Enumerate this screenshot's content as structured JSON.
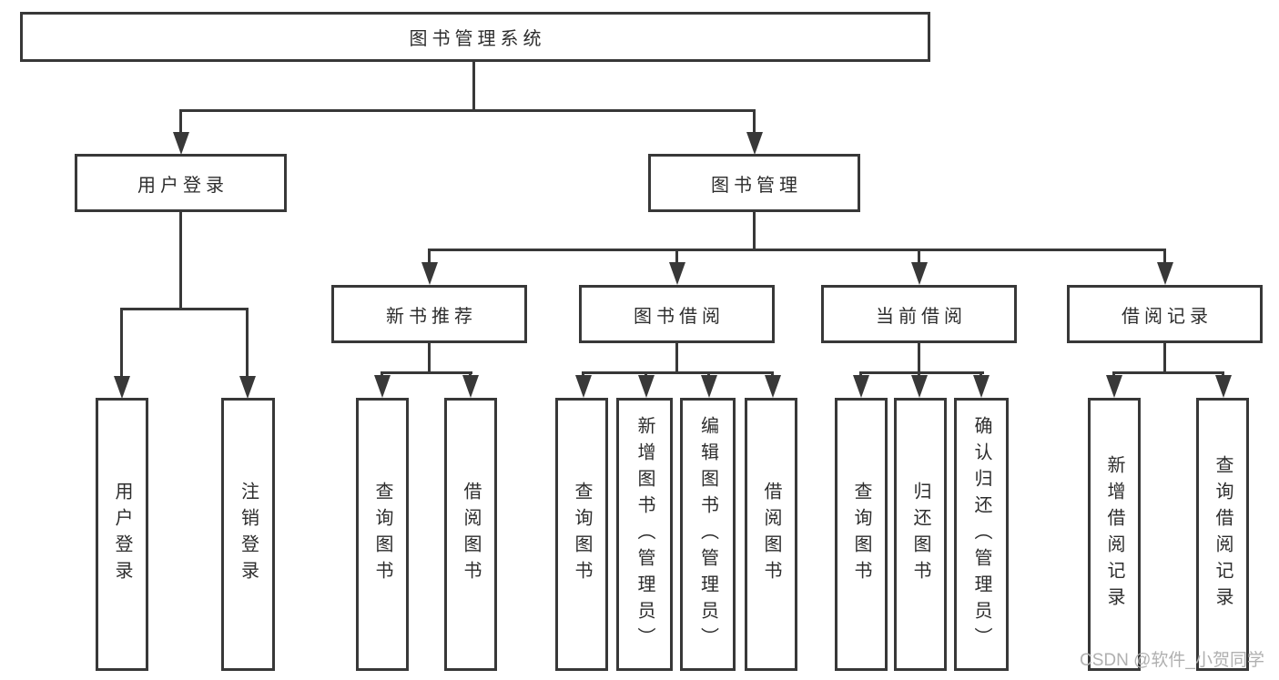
{
  "diagram": {
    "title": "图书管理系统",
    "level1": [
      {
        "label": "用户登录",
        "children": [
          {
            "label": "用户登录"
          },
          {
            "label": "注销登录"
          }
        ]
      },
      {
        "label": "图书管理",
        "children": [
          {
            "label": "新书推荐",
            "children": [
              {
                "label": "查询图书"
              },
              {
                "label": "借阅图书"
              }
            ]
          },
          {
            "label": "图书借阅",
            "children": [
              {
                "label": "查询图书"
              },
              {
                "label": "新增图书（管理员）"
              },
              {
                "label": "编辑图书（管理员）"
              },
              {
                "label": "借阅图书"
              }
            ]
          },
          {
            "label": "当前借阅",
            "children": [
              {
                "label": "查询图书"
              },
              {
                "label": "归还图书"
              },
              {
                "label": "确认归还（管理员）"
              }
            ]
          },
          {
            "label": "借阅记录",
            "children": [
              {
                "label": "新增借阅记录"
              },
              {
                "label": "查询借阅记录"
              }
            ]
          }
        ]
      }
    ]
  },
  "watermark": {
    "text": "CSDN @软件_小贺同学"
  },
  "colors": {
    "line": "#383838",
    "text": "#2d2d2d",
    "watermark": "#b0b0b0",
    "background": "#ffffff"
  }
}
